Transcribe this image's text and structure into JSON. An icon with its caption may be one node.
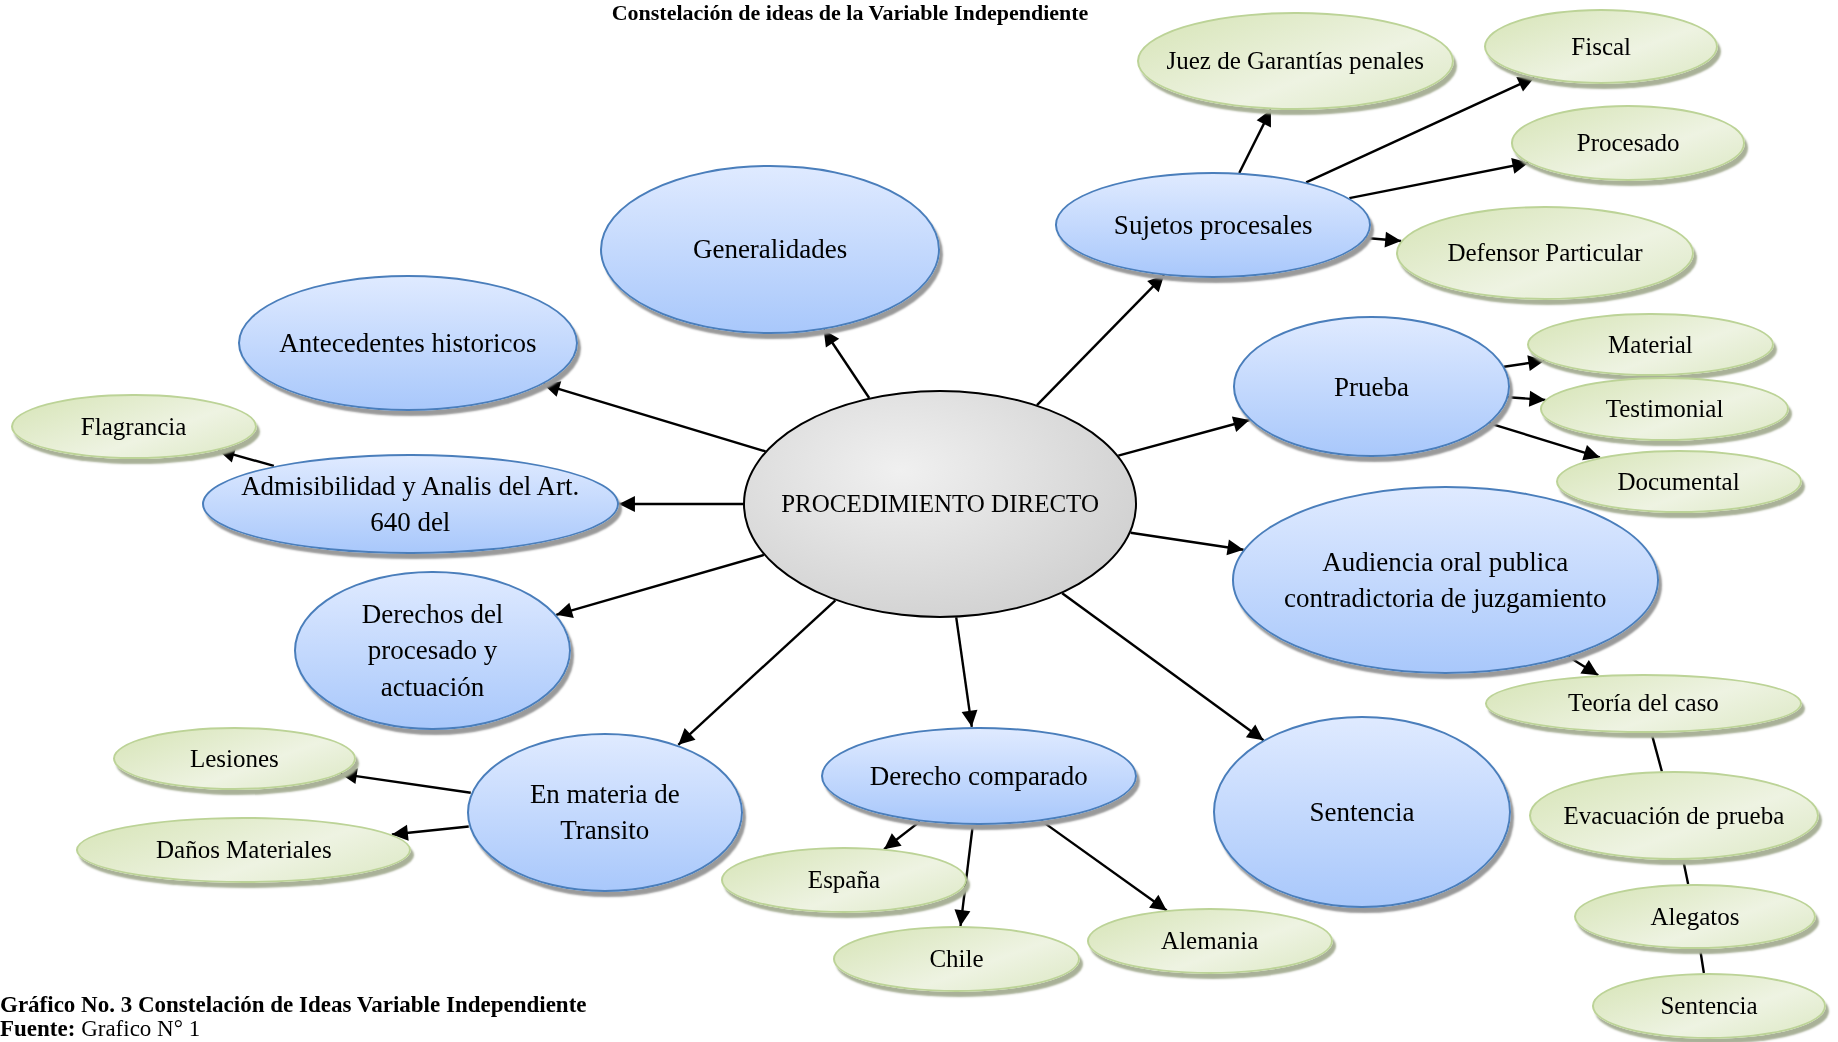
{
  "diagram": {
    "title": "Constelación de ideas de la Variable Independiente",
    "caption": "Gráfico No. 3 Constelación de Ideas Variable Independiente",
    "nodes": [
      {
        "text": [
          "PROCEDIMIENTO DIRECTO"
        ]
      },
      {
        "text": [
          "Generalidades"
        ]
      },
      {
        "text": [
          "Sujetos procesales"
        ]
      },
      {
        "text": [
          "Juez de Garantías penales"
        ]
      },
      {
        "text": [
          "Fiscal"
        ]
      },
      {
        "text": [
          "Procesado"
        ]
      },
      {
        "text": [
          "Defensor Particular"
        ]
      },
      {
        "text": [
          "Antecedentes historicos"
        ]
      },
      {
        "text": [
          "Prueba"
        ]
      },
      {
        "text": [
          "Material"
        ]
      },
      {
        "text": [
          "Testimonial"
        ]
      },
      {
        "text": [
          "Documental"
        ]
      },
      {
        "text": [
          "Flagrancia"
        ]
      },
      {
        "text": [
          "Admisibilidad y Analis del Art. 640 del"
        ]
      },
      {
        "text": [
          "Audiencia oral publica contradictoria de juzgamiento"
        ]
      },
      {
        "text": [
          "Derechos del procesado y actuación"
        ]
      },
      {
        "text": [
          "Teoría del caso"
        ]
      },
      {
        "text": [
          "Evacuación de prueba"
        ]
      },
      {
        "text": [
          "Alegatos"
        ]
      },
      {
        "text": [
          "Sentencia"
        ]
      },
      {
        "text": [
          "Lesiones"
        ]
      },
      {
        "text": [
          "Daños Materiales"
        ]
      },
      {
        "text": [
          "En materia de Transito"
        ]
      },
      {
        "text": [
          "Derecho comparado"
        ]
      },
      {
        "text": [
          "Sentencia"
        ]
      },
      {
        "text": [
          "España"
        ]
      },
      {
        "text": [
          "Chile"
        ]
      },
      {
        "text": [
          "Alemania"
        ]
      }
    ],
    "edges": [
      {
        "from": 0,
        "to": 1,
        "arrow": "to"
      },
      {
        "from": 0,
        "to": 2,
        "arrow": "to"
      },
      {
        "from": 0,
        "to": 7,
        "arrow": "to"
      },
      {
        "from": 0,
        "to": 8,
        "arrow": "to"
      },
      {
        "from": 0,
        "to": 13,
        "arrow": "to"
      },
      {
        "from": 0,
        "to": 14,
        "arrow": "to"
      },
      {
        "from": 0,
        "to": 15,
        "arrow": "to"
      },
      {
        "from": 0,
        "to": 22,
        "arrow": "to"
      },
      {
        "from": 0,
        "to": 23,
        "arrow": "to"
      },
      {
        "from": 0,
        "to": 24,
        "arrow": "to"
      },
      {
        "from": 2,
        "to": 3,
        "arrow": "to"
      },
      {
        "from": 2,
        "to": 4,
        "arrow": "to"
      },
      {
        "from": 2,
        "to": 5,
        "arrow": "to"
      },
      {
        "from": 2,
        "to": 6,
        "arrow": "to"
      },
      {
        "from": 8,
        "to": 9,
        "arrow": "to"
      },
      {
        "from": 8,
        "to": 10,
        "arrow": "to"
      },
      {
        "from": 8,
        "to": 11,
        "arrow": "to"
      },
      {
        "from": 13,
        "to": 12,
        "arrow": "to"
      },
      {
        "from": 14,
        "to": 16,
        "arrow": "to"
      },
      {
        "from": 16,
        "to": 17,
        "arrow": "none"
      },
      {
        "from": 17,
        "to": 18,
        "arrow": "none"
      },
      {
        "from": 18,
        "to": 19,
        "arrow": "none"
      },
      {
        "from": 22,
        "to": 20,
        "arrow": "to"
      },
      {
        "from": 22,
        "to": 21,
        "arrow": "to"
      },
      {
        "from": 23,
        "to": 25,
        "arrow": "to"
      },
      {
        "from": 23,
        "to": 26,
        "arrow": "to"
      },
      {
        "from": 23,
        "to": 27,
        "arrow": "to"
      }
    ],
    "labels": [
      "**Fuente:** Grafico N° 1"
    ]
  }
}
